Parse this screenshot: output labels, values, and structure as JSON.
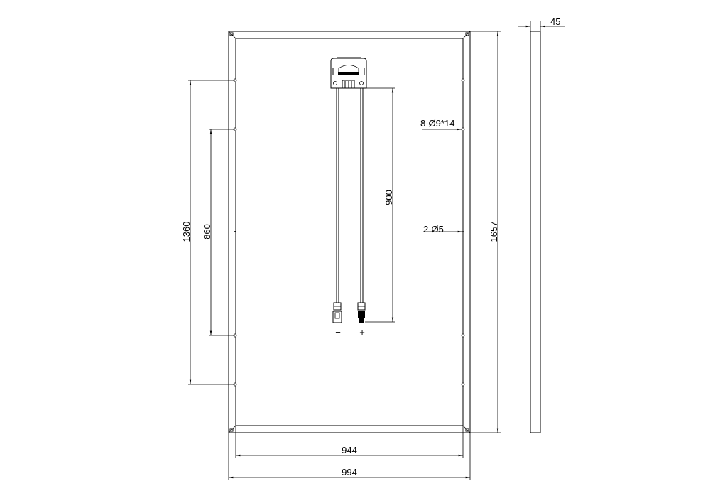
{
  "drawing": {
    "title": "Solar panel back view dimensions",
    "dimensions": {
      "mounting_span_outer": "1360",
      "mounting_span_inner": "860",
      "cable_length": "900",
      "panel_length": "1657",
      "inner_width": "944",
      "panel_width": "994",
      "frame_thickness": "45"
    },
    "callouts": {
      "mounting_holes": "8-Ø9*14",
      "ground_holes": "2-Ø5"
    },
    "polarity": {
      "negative": "−",
      "positive": "+"
    }
  }
}
